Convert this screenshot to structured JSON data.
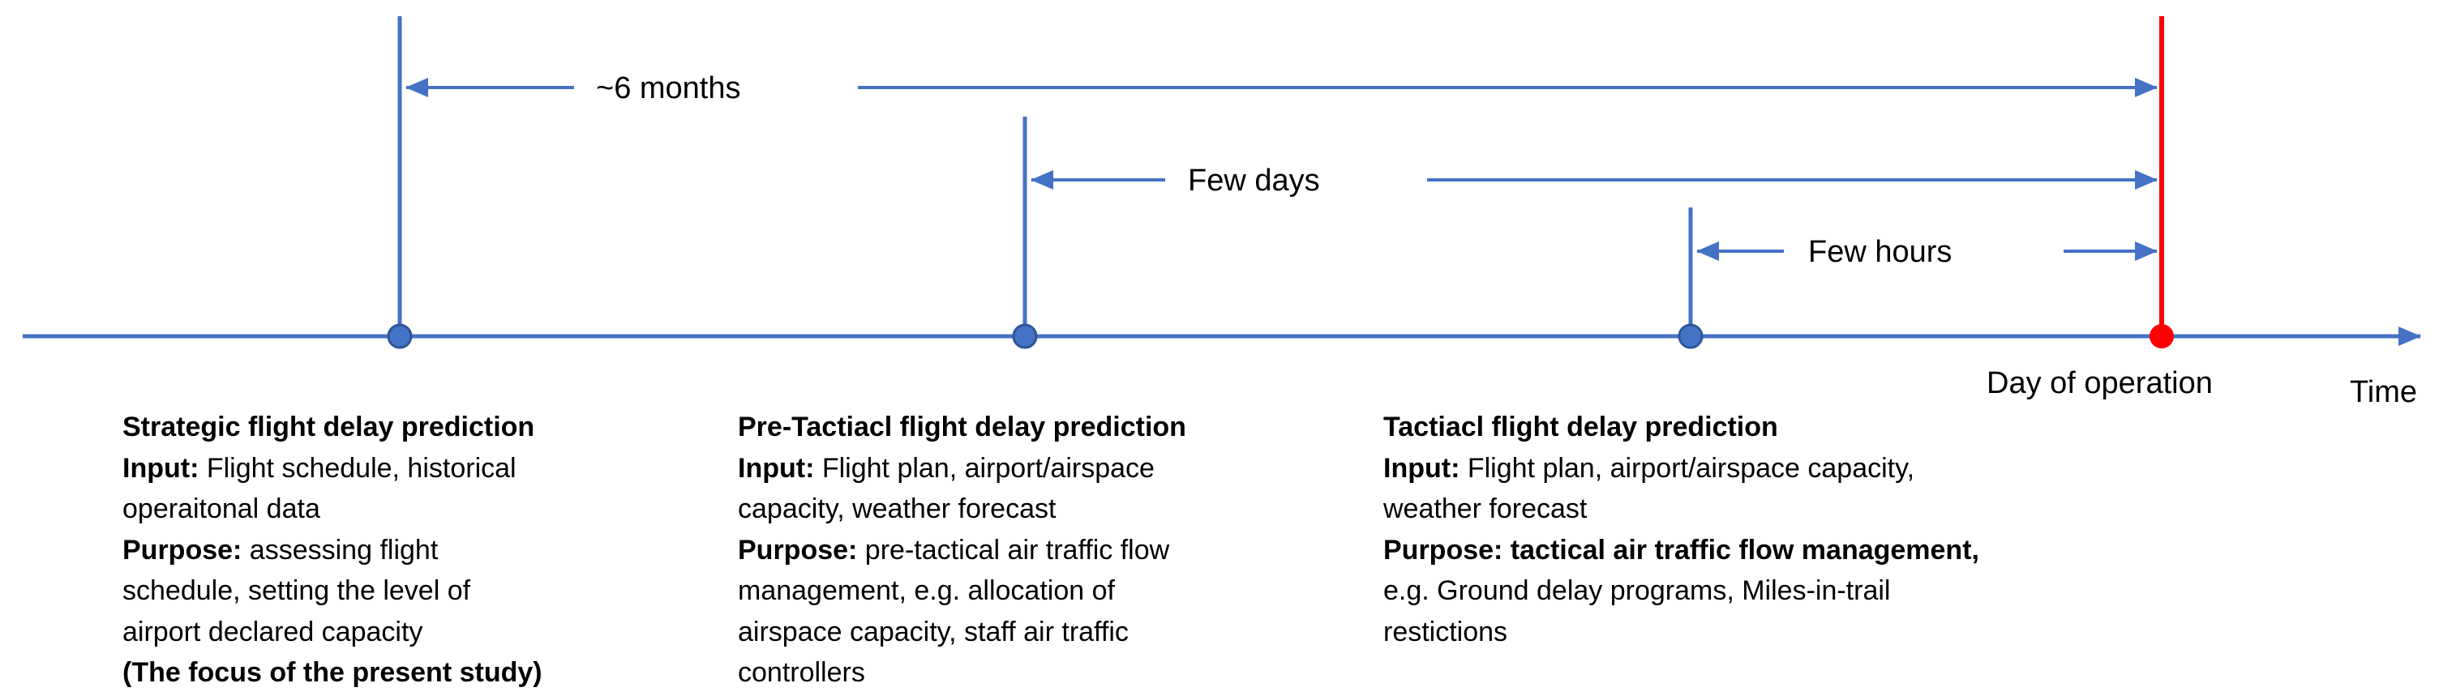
{
  "timeline": {
    "axis_label": "Time",
    "day_of_operation_label": "Day of operation",
    "spans": [
      {
        "label": "~6 months"
      },
      {
        "label": "Few days"
      },
      {
        "label": "Few hours"
      }
    ],
    "colors": {
      "axis": "#4472C4",
      "marker": "#4472C4",
      "day_of_operation": "#FF0000"
    }
  },
  "blocks": [
    {
      "title": "Strategic flight delay prediction",
      "input_label": "Input:",
      "input_lines": [
        " Flight schedule, historical",
        "operaitonal data"
      ],
      "purpose_label": "Purpose:",
      "purpose_lines": [
        " assessing flight",
        "schedule, setting the level of",
        "airport declared capacity"
      ],
      "note": "(The focus of the present study)"
    },
    {
      "title": "Pre-Tactiacl flight delay prediction",
      "input_label": "Input:",
      "input_lines": [
        " Flight plan, airport/airspace",
        "capacity, weather forecast"
      ],
      "purpose_label": "Purpose:",
      "purpose_lines": [
        " pre-tactical air traffic flow",
        "management, e.g. allocation of",
        "airspace capacity, staff air traffic",
        "controllers"
      ]
    },
    {
      "title": "Tactiacl flight delay prediction",
      "input_label": "Input:",
      "input_lines": [
        " Flight plan, airport/airspace capacity,",
        "weather forecast"
      ],
      "purpose_label": "Purpose:",
      "purpose_bold_rest": " tactical air traffic flow management,",
      "purpose_lines": [
        "e.g. Ground delay programs, Miles-in-trail",
        "restictions"
      ]
    }
  ]
}
